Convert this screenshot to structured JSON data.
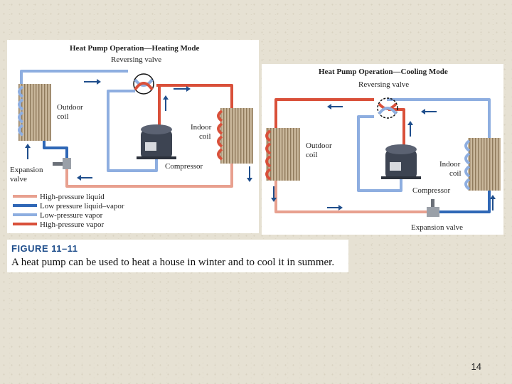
{
  "heating": {
    "title": "Heat Pump Operation—Heating Mode",
    "reversing_valve": "Reversing valve",
    "outdoor_line1": "Outdoor",
    "outdoor_line2": "coil",
    "indoor_line1": "Indoor",
    "indoor_line2": "coil",
    "compressor": "Compressor",
    "expansion_line1": "Expansion",
    "expansion_line2": "valve"
  },
  "legend": [
    {
      "label": "High-pressure liquid",
      "color": "#e8a08f"
    },
    {
      "label": "Low pressure liquid–vapor",
      "color": "#2f67b6"
    },
    {
      "label": "Low-pressure vapor",
      "color": "#8eaee0"
    },
    {
      "label": "High-pressure vapor",
      "color": "#d9503a"
    }
  ],
  "cooling": {
    "title": "Heat Pump Operation—Cooling Mode",
    "reversing_valve": "Reversing valve",
    "outdoor_line1": "Outdoor",
    "outdoor_line2": "coil",
    "indoor_line1": "Indoor",
    "indoor_line2": "coil",
    "compressor": "Compressor",
    "expansion": "Expansion valve"
  },
  "caption": {
    "label": "FIGURE 11–11",
    "text": "A heat pump can be used to heat a house in winter and to cool it in summer."
  },
  "page_number": "14"
}
